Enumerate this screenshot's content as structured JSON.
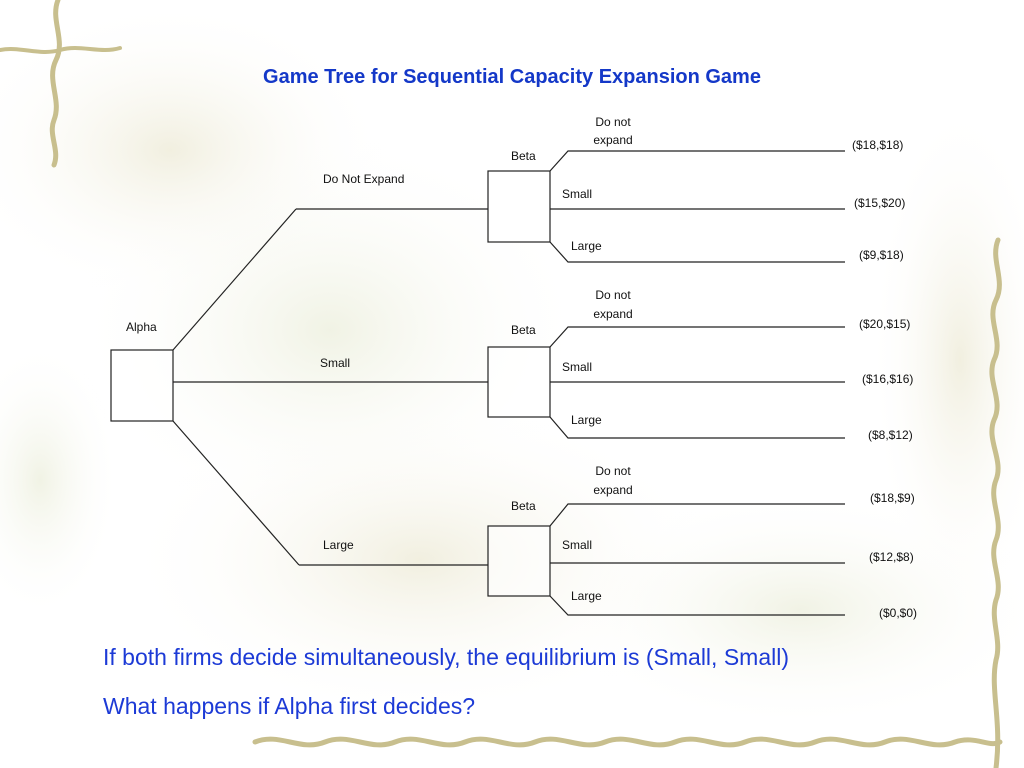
{
  "title": "Game Tree for Sequential Capacity Expansion Game",
  "tree": {
    "root": {
      "player": "Alpha"
    },
    "alpha_moves": [
      "Do Not Expand",
      "Small",
      "Large"
    ],
    "beta_nodes": [
      {
        "player": "Beta",
        "moves": [
          {
            "label_line1": "Do not",
            "label_line2": "expand",
            "payoff": "($18,$18)"
          },
          {
            "label": "Small",
            "payoff": "($15,$20)"
          },
          {
            "label": "Large",
            "payoff": "($9,$18)"
          }
        ]
      },
      {
        "player": "Beta",
        "moves": [
          {
            "label_line1": "Do not",
            "label_line2": "expand",
            "payoff": "($20,$15)"
          },
          {
            "label": "Small",
            "payoff": "($16,$16)"
          },
          {
            "label": "Large",
            "payoff": "($8,$12)"
          }
        ]
      },
      {
        "player": "Beta",
        "moves": [
          {
            "label_line1": "Do not",
            "label_line2": "expand",
            "payoff": "($18,$9)"
          },
          {
            "label": "Small",
            "payoff": "($12,$8)"
          },
          {
            "label": "Large",
            "payoff": "($0,$0)"
          }
        ]
      }
    ]
  },
  "notes": [
    "If both firms decide simultaneously, the equilibrium is (Small, Small)",
    "What happens if Alpha first decides?"
  ],
  "colors": {
    "title": "#1438c8",
    "notes": "#1c3ad6",
    "lines": "#222222",
    "vine": "#c8bf8e"
  }
}
